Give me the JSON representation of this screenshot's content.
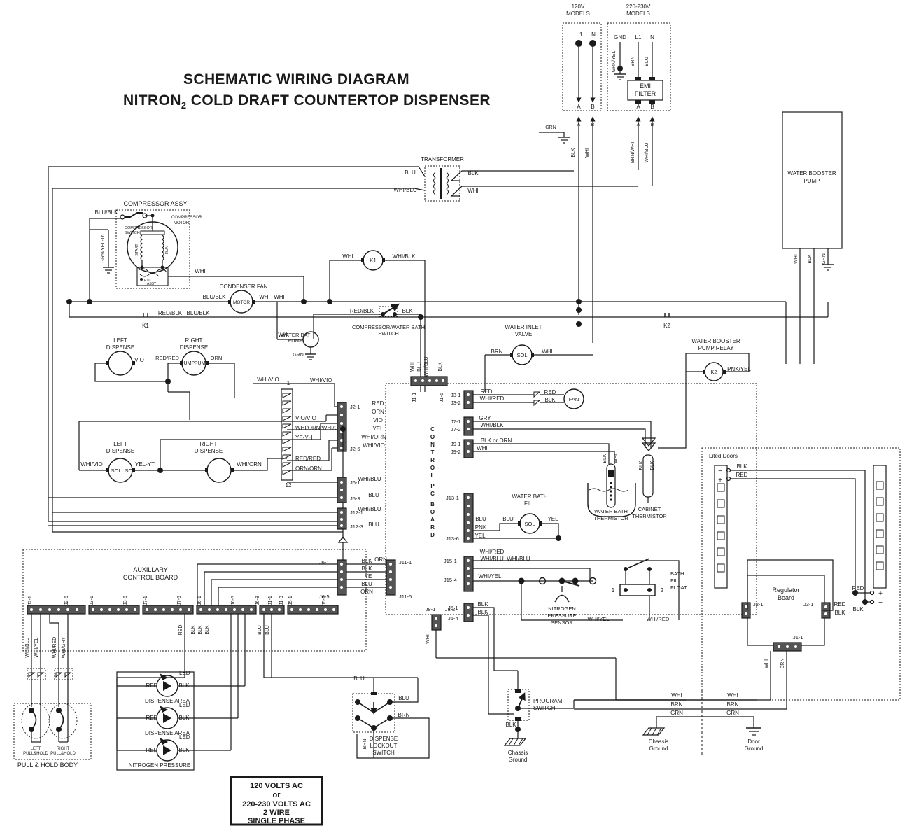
{
  "title": {
    "line1": "SCHEMATIC WIRING DIAGRAM",
    "line2_pre": "NITRON",
    "line2_sub": "2",
    "line2_post": " COLD DRAFT COUNTERTOP DISPENSER"
  },
  "power": {
    "models_120": {
      "heading1": "120V",
      "heading2": "MODELS",
      "terminal_l1": "L1",
      "terminal_n": "N",
      "out_a": "A",
      "out_b": "B"
    },
    "models_220": {
      "heading1": "220-230V",
      "heading2": "MODELS",
      "terminal_gnd": "GND",
      "terminal_l1": "L1",
      "terminal_n": "N",
      "wire_gnd": "GRN/YEL",
      "wire_l1": "BRN",
      "wire_n": "BLU",
      "filter1": "EMI",
      "filter2": "FILTER",
      "out_a": "A",
      "out_b": "B"
    },
    "ground_wire": "GRN",
    "feed_blk": "BLK",
    "feed_whi": "WHI",
    "feed_brn": "BRN/WHI",
    "feed_blu": "WHI/BLU"
  },
  "booster_pump": {
    "label1": "WATER BOOSTER",
    "label2": "PUMP",
    "wire_whi": "WHI",
    "wire_blk": "BLK",
    "wire_grn": "GRN"
  },
  "transformer": {
    "label": "TRANSFORMER",
    "in_top": "BLU",
    "in_bot": "WHI/BLU",
    "out_top": "BLK",
    "out_bot": "WHI"
  },
  "compressor": {
    "title": "COMPRESSOR ASSY",
    "wire_in": "BLU/BLK",
    "wire_gnd": "GRN/YEL-16",
    "switch1": "COMPRESSOR",
    "switch2": "SWITCH",
    "motor1": "COMPRESSOR",
    "motor2": "MOTOR",
    "winding_start": "START",
    "winding_run": "RUN",
    "ptc1": "PTC",
    "ptc2": "ASSY",
    "out_whi": "WHI"
  },
  "condenser_fan": {
    "label": "CONDENSER FAN",
    "motor": "MOTOR",
    "wire_left": "BLU/BLK",
    "wire_right": "WHI",
    "wire_right2": "WHI"
  },
  "bus": {
    "k1_left": "RED/BLK",
    "k1_left2": "BLU/BLK",
    "k1_label": "K1",
    "k2_label": "K2"
  },
  "relay_k1": {
    "label": "K1",
    "wire_left": "WHI",
    "wire_right": "WHI/BLK"
  },
  "cw_switch": {
    "label1": "COMPRESSOR/WATER BATH",
    "label2": "SWITCH",
    "wire_left": "RED/BLK",
    "wire_right": "BLK"
  },
  "water_bath_pump": {
    "label1": "WATER BATH",
    "label2": "PUMP",
    "wire_wh": "WH",
    "wire_gnd": "GRN"
  },
  "water_inlet_valve": {
    "label1": "WATER INLET",
    "label2": "VALVE",
    "coil": "SOL",
    "wire_left": "BRN",
    "wire_right": "WHI"
  },
  "booster_relay": {
    "label1": "WATER BOOSTER",
    "label2": "PUMP RELAY",
    "coil": "K2",
    "wire": "PNK/YEL"
  },
  "dispense_pumps": {
    "left_title1": "LEFT",
    "left_title2": "DISPENSE",
    "left_wire": "VIO",
    "right_title1": "RIGHT",
    "right_title2": "DISPENSE",
    "right_wire_l": "RED/RED",
    "right_wire_mid": "PUMP",
    "right_wire_mid2": "PUMP",
    "right_wire_r": "ORN",
    "feed_wire": "WHI/VIO"
  },
  "dispense_sols": {
    "left_title1": "LEFT",
    "left_title2": "DISPENSE",
    "left_wire_in": "WHI/VIO",
    "coil_l": "SOL",
    "coil_r": "SOL",
    "mid_wire": "YEL-YT",
    "right_title1": "RIGHT",
    "right_title2": "DISPENSE",
    "right_wire": "WHI/ORN"
  },
  "harness": {
    "pin_top": "1",
    "pin_bottom": "12",
    "labels": [
      "WHI/VIO",
      "VIO/VIO",
      "WHI/ORN/WHI/ORN",
      "YE-YH",
      "RED/RED",
      "ORN/ORN"
    ]
  },
  "control_board": {
    "label": "CONTROL PC BOARD",
    "top_connector": {
      "pins": [
        "J1-1",
        "J1-5"
      ],
      "wires": [
        "WHI",
        "BLU",
        "WHI/BLU",
        "BLK"
      ]
    },
    "j2": {
      "top": "J2-1",
      "bottom": "J2-6",
      "wires": [
        "RED",
        "ORN",
        "VIO",
        "YEL",
        "WHI/ORN",
        "WHI/VIO"
      ]
    },
    "j6_1": {
      "pin": "J6-1",
      "wire": "WHI/BLU"
    },
    "j5_3": {
      "pin": "J5-3",
      "wire": "BLU"
    },
    "j12_1": {
      "pin": "J12-1",
      "wire": "WHI/BLU"
    },
    "j12_3": {
      "pin": "J12-3",
      "wire": "BLU"
    },
    "j6_1b": {
      "pin": "J6-1"
    },
    "j11_1": {
      "pin": "J11-1",
      "wire": "BLK"
    },
    "j11_5": {
      "pin": "J11-5"
    },
    "j6_5": {
      "pin": "J6-5"
    },
    "aux_wires": [
      "BLK",
      "BLK",
      "YE",
      "BLU",
      "ORN"
    ],
    "j3": {
      "pins": [
        "J3-1",
        "J3-2"
      ],
      "wires": [
        "RED",
        "WHI/RED"
      ]
    },
    "j7": {
      "pins": [
        "J7-1",
        "J7-2"
      ],
      "wires": [
        "GRY",
        "WHI/BLK"
      ]
    },
    "j9": {
      "pins": [
        "J9-1",
        "J9-2"
      ],
      "wires": [
        "BLK or ORN",
        "WHI"
      ]
    },
    "j13": {
      "pins": [
        "J13-1",
        "J13-6"
      ],
      "wires": [
        "BLU",
        "PNK",
        "YEL"
      ]
    },
    "j15": {
      "pins": [
        "J15-1",
        "J15-4"
      ],
      "wires": [
        "WHI/RED",
        "WHI/BLU  WHI/BLU",
        "WHI/YEL"
      ]
    },
    "j5b": {
      "pins": [
        "J5-1",
        "J5-4"
      ],
      "wires": [
        "BLK",
        "BLK"
      ]
    },
    "j8": {
      "pins": [
        "J8-1",
        "J8-2"
      ],
      "wire": "WHI"
    }
  },
  "fan_small": {
    "label": "FAN",
    "wire_red": "RED",
    "wire_blk": "BLK"
  },
  "water_bath_fill": {
    "label1": "WATER BATH",
    "label2": "FILL",
    "coil": "SOL",
    "wire_left": "BLU",
    "wire_right": "YEL"
  },
  "water_bath_thermistor": {
    "label1": "WATER BATH",
    "label2": "THERMISTOR",
    "wire_blk": "BLK",
    "wire_whi": "WHI"
  },
  "cabinet_thermistor": {
    "label1": "CABINET",
    "label2": "THERMISTOR",
    "wire_blk1": "BLK",
    "wire_blk2": "BLK"
  },
  "nitrogen_sensor": {
    "label1": "NITROGEN",
    "label2": "PRESSURE",
    "label3": "SENSOR",
    "wire": "WHI/YEL"
  },
  "bath_fill_float": {
    "label1": "BATH",
    "label2": "FILL",
    "label3": "FLOAT",
    "term1": "1",
    "term2": "2",
    "wire": "WHI/RED"
  },
  "aux_board": {
    "title1": "AUXILLARY",
    "title2": "CONTROL BOARD",
    "connectors": [
      "J2-1",
      "J2-5",
      "J3-1",
      "J3-5",
      "J7-1",
      "J7-5",
      "J6-1",
      "J6-5",
      "J6-8",
      "J1-1",
      "J1-3",
      "J5-1",
      "J5-5"
    ],
    "wires_left": [
      "WHI/BLU",
      "WHI/YEL",
      "WHI/RED",
      "WHI/GRY"
    ],
    "wires_mid": [
      "RED",
      "BLK",
      "BLK",
      "BLK"
    ],
    "wires_j1": [
      "BLU",
      "BLU"
    ],
    "wire_orn": "ORN"
  },
  "pull_hold": {
    "title": "PULL & HOLD BODY",
    "left1": "LEFT",
    "left2": "PULL&HOLD",
    "right1": "RIGHT",
    "right2": "PULL&HOLD"
  },
  "leds": [
    {
      "name": "DISPENSE AREA",
      "tag": "LED",
      "wire_l": "RED",
      "wire_r": "BLK"
    },
    {
      "name": "DISPENSE AREA",
      "tag": "LED",
      "wire_l": "RED",
      "wire_r": "BLK"
    },
    {
      "name": "NITROGEN PRESSURE",
      "tag": "LED",
      "wire_l": "RED",
      "wire_r": "BLK"
    }
  ],
  "lockout_switch": {
    "label1": "DISPENSE",
    "label2": "LOCKOUT",
    "label3": "SWITCH",
    "wire_in": "BLU",
    "wire_blu": "BLU",
    "wire_brn_r": "BRN",
    "wire_brn_b": "BRN"
  },
  "program_switch": {
    "label1": "PROGRAM",
    "label2": "SWITCH",
    "wire": "BLK"
  },
  "chassis_ground": {
    "label1": "Chassis",
    "label2": "Ground"
  },
  "door_ground": {
    "label1": "Door",
    "label2": "Ground"
  },
  "led_doors": {
    "title": "Lited Doors",
    "left_minus": "−",
    "left_plus": "+",
    "right_plus": "+",
    "right_minus": "−",
    "wire_blk": "BLK",
    "wire_red": "RED",
    "wire_red_r": "RED",
    "wire_blk_r": "BLK",
    "regulator1": "Regulator",
    "regulator2": "Board",
    "j2_1": "J2-1",
    "j3_1": "J3-1",
    "j1_1": "J1-1",
    "reg_red": "RED",
    "reg_blk": "BLK",
    "out_whi": "WHI",
    "out_brn": "BRN"
  },
  "ground_run": {
    "whi_l": "WHI",
    "brn_l": "BRN",
    "grn_l": "GRN",
    "whi_r": "WHI",
    "brn_r": "BRN",
    "grn_r": "GRN"
  },
  "voltage_box": {
    "l1": "120 VOLTS AC",
    "l2": "or",
    "l3": "220-230 VOLTS AC",
    "l4": "2 WIRE",
    "l5": "SINGLE PHASE"
  },
  "colors": {
    "ink": "#1a1a1a",
    "bg": "#ffffff"
  }
}
